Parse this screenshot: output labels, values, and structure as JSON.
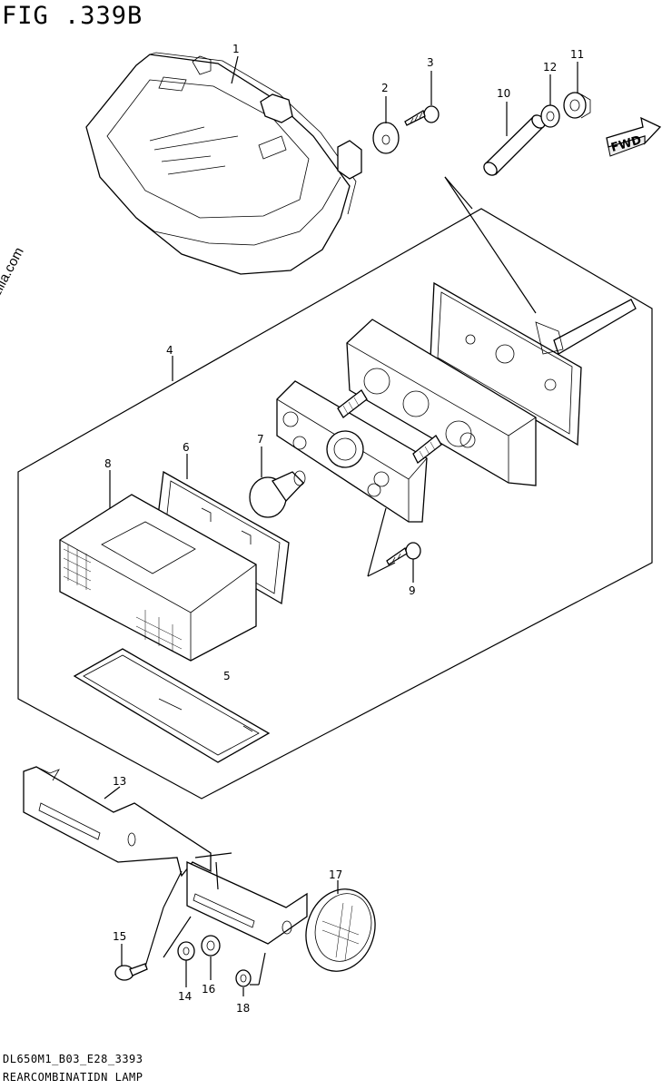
{
  "figure": {
    "title": "FIG .339B",
    "footer_code": "DL650M1_B03_E28_3393",
    "footer_name": "REARCOMBINATIDN LAMP",
    "watermark": "© Partzilla.com",
    "fwd_label": "FWD"
  },
  "callouts": [
    {
      "id": "1",
      "label": "1"
    },
    {
      "id": "2",
      "label": "2"
    },
    {
      "id": "3",
      "label": "3"
    },
    {
      "id": "4",
      "label": "4"
    },
    {
      "id": "5",
      "label": "5"
    },
    {
      "id": "6",
      "label": "6"
    },
    {
      "id": "7",
      "label": "7"
    },
    {
      "id": "8",
      "label": "8"
    },
    {
      "id": "9",
      "label": "9"
    },
    {
      "id": "10",
      "label": "10"
    },
    {
      "id": "11",
      "label": "11"
    },
    {
      "id": "12",
      "label": "12"
    },
    {
      "id": "13",
      "label": "13"
    },
    {
      "id": "14",
      "label": "14"
    },
    {
      "id": "15",
      "label": "15"
    },
    {
      "id": "16",
      "label": "16"
    },
    {
      "id": "17",
      "label": "17"
    },
    {
      "id": "18",
      "label": "18"
    }
  ]
}
